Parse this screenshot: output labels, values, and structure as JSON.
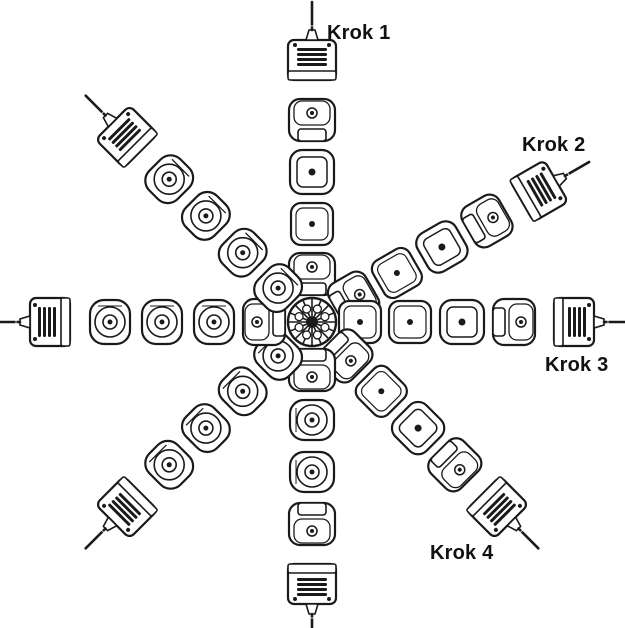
{
  "steps": [
    {
      "label": "Krok 1"
    },
    {
      "label": "Krok 2"
    },
    {
      "label": "Krok 3"
    },
    {
      "label": "Krok 4"
    }
  ],
  "arms": [
    {
      "direction": "north",
      "step": 1
    },
    {
      "direction": "north-east",
      "step": 2
    },
    {
      "direction": "east",
      "step": 3
    },
    {
      "direction": "south-east",
      "step": 4
    },
    {
      "direction": "south"
    },
    {
      "direction": "south-west"
    },
    {
      "direction": "west"
    },
    {
      "direction": "north-west"
    }
  ],
  "colors": {
    "line": "#1a1a1a",
    "fill": "#ffffff",
    "background": "#ffffff"
  }
}
